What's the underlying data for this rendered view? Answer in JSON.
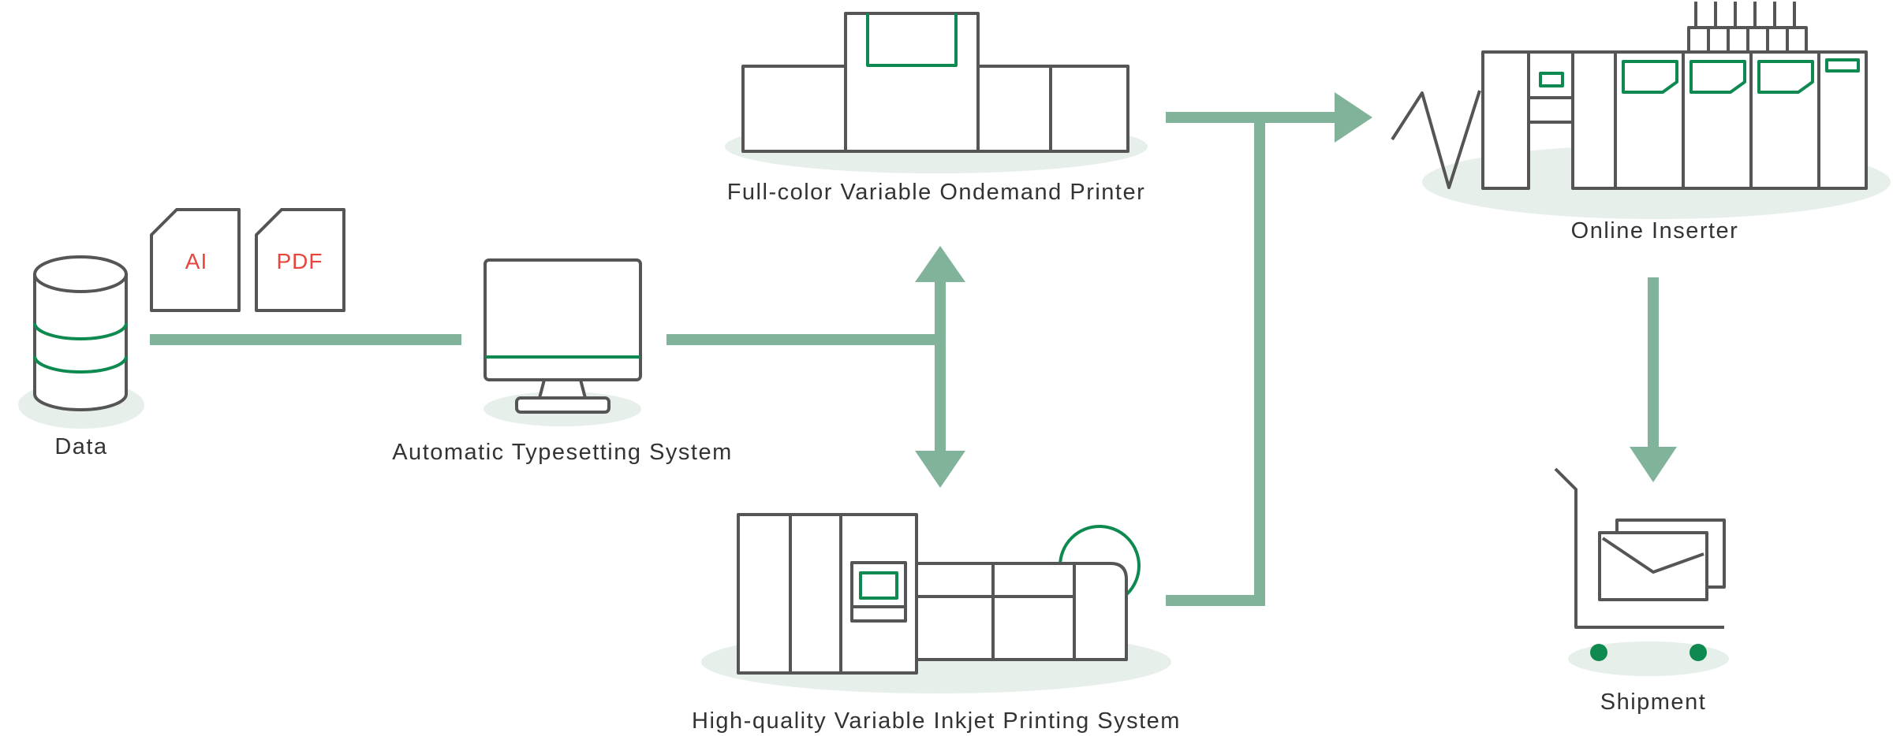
{
  "nodes": {
    "data": {
      "label": "Data"
    },
    "typesetting": {
      "label": "Automatic Typesetting System"
    },
    "fullcolor_printer": {
      "label": "Full-color Variable Ondemand Printer"
    },
    "inkjet_system": {
      "label": "High-quality Variable Inkjet Printing System"
    },
    "inserter": {
      "label": "Online Inserter"
    },
    "shipment": {
      "label": "Shipment"
    }
  },
  "documents": [
    {
      "label": "AI"
    },
    {
      "label": "PDF"
    }
  ],
  "colors": {
    "arrow": "#81b39a",
    "accent": "#0e8a50",
    "outline": "#555555",
    "doc_text": "#e8453c",
    "shadow": "#e6efe9"
  }
}
